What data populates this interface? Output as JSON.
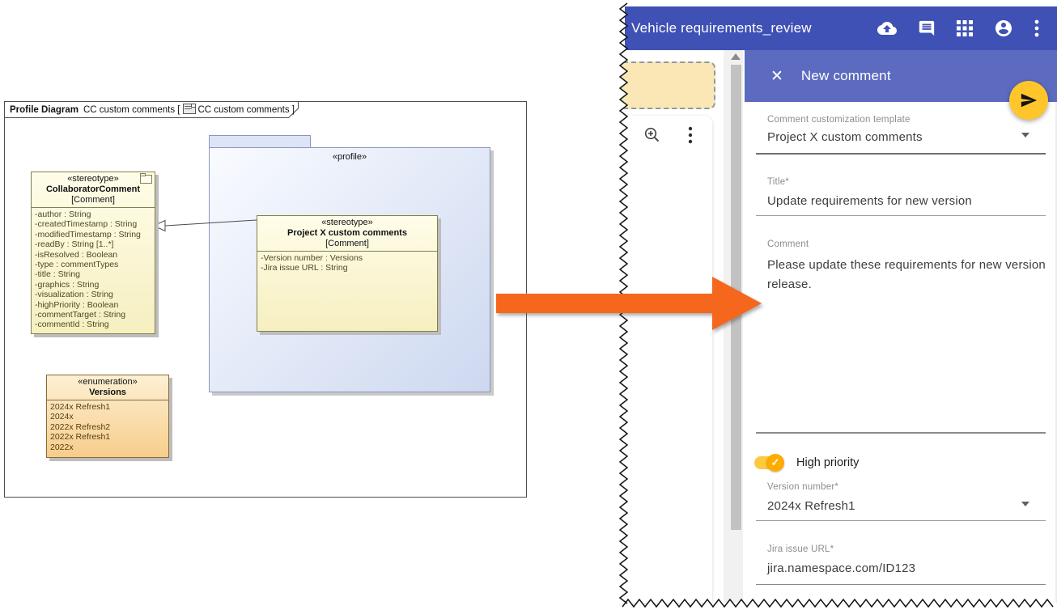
{
  "diagram": {
    "frame": {
      "kind": "Profile Diagram",
      "name_left": "CC custom comments [",
      "name_right": "CC custom comments ]"
    },
    "profile": {
      "stereotype": "«profile»"
    },
    "collaborator": {
      "stereotype": "«stereotype»",
      "name": "CollaboratorComment",
      "base": "[Comment]",
      "attributes": [
        "-author : String",
        "-createdTimestamp : String",
        "-modifiedTimestamp : String",
        "-readBy : String [1..*]",
        "-isResolved : Boolean",
        "-type : commentTypes",
        "-title : String",
        "-graphics : String",
        "-visualization : String",
        "-highPriority : Boolean",
        "-commentTarget : String",
        "-commentId : String"
      ]
    },
    "projectx": {
      "stereotype": "«stereotype»",
      "name": "Project X custom comments",
      "base": "[Comment]",
      "attributes": [
        "-Version number : Versions",
        "-Jira issue URL : String"
      ]
    },
    "versions": {
      "stereotype": "«enumeration»",
      "name": "Versions",
      "literals": [
        "2024x Refresh1",
        "2024x",
        "2022x Refresh2",
        "2022x Refresh1",
        "2022x"
      ]
    }
  },
  "app": {
    "title": "Vehicle requirements_review",
    "titlebar_icons": [
      "cloud-upload",
      "comments",
      "app-grid",
      "account",
      "more-vertical"
    ],
    "panel": {
      "title": "New comment",
      "close_icon": "✕",
      "template_field": {
        "label": "Comment customization template",
        "value": "Project X custom comments"
      },
      "title_field": {
        "label": "Title*",
        "value": "Update requirements for new version"
      },
      "comment_field": {
        "label": "Comment",
        "value": "Please update these requirements for new version release."
      },
      "priority_toggle": {
        "label": "High priority",
        "state": "on",
        "check_icon": "✓"
      },
      "version_field": {
        "label": "Version number*",
        "value": "2024x Refresh1"
      },
      "jira_field": {
        "label": "Jira issue URL*",
        "value": "jira.namespace.com/ID123"
      }
    }
  },
  "colors": {
    "appbar": "#3F51B5",
    "panel_header": "#5C6BC0",
    "fab": "#FFC62B",
    "toggle": "#FFAB00",
    "arrow": "#F4671D",
    "uml_class_fill": "#FBF6D5",
    "enum_fill": "#F9D99F",
    "profile_fill": "#D6E0F3"
  }
}
